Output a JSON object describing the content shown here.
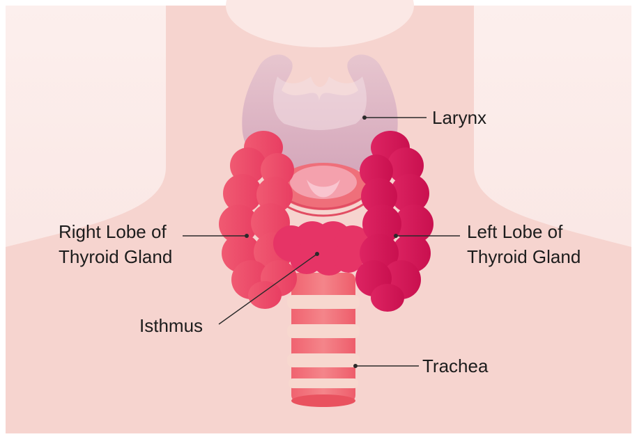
{
  "labels": {
    "larynx": "Larynx",
    "right_lobe_line1": "Right Lobe of",
    "right_lobe_line2": "Thyroid Gland",
    "left_lobe_line1": "Left Lobe of",
    "left_lobe_line2": "Thyroid Gland",
    "isthmus": "Isthmus",
    "trachea": "Trachea"
  },
  "colors": {
    "background": "#fbe9e7",
    "neck_skin": "#f6d3cf",
    "larynx": "#dcb3c2",
    "right_lobe": "#ef4f6a",
    "left_lobe": "#d2185a",
    "isthmus": "#e63466",
    "trachea_ring": "#f06a72",
    "trachea_band": "#f7d7cf"
  }
}
